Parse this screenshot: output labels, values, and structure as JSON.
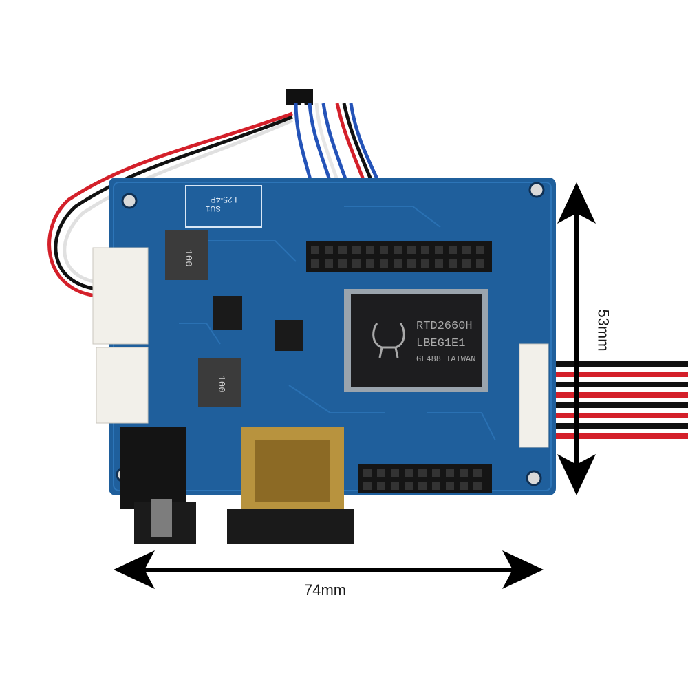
{
  "photo": {
    "subject": "driver board",
    "chip": {
      "line1": "RTD2660H",
      "line2": "LBEG1E1",
      "line3": "GL488 TAIWAN"
    },
    "silkscreen": {
      "connector_label": "L25-4P",
      "inductor_1": "100",
      "inductor_2": "100",
      "jumper": "SU1"
    },
    "colors": {
      "pcb": "#1f5f9c",
      "pcb_dark": "#173f6a",
      "chip": "#1d1d1f",
      "header": "#151515",
      "hdmi": "#b8933e",
      "wire_red": "#d4202a",
      "wire_black": "#111111",
      "wire_blue": "#2453b8"
    }
  },
  "dimensions": {
    "width_label": "74mm",
    "height_label": "53mm"
  }
}
